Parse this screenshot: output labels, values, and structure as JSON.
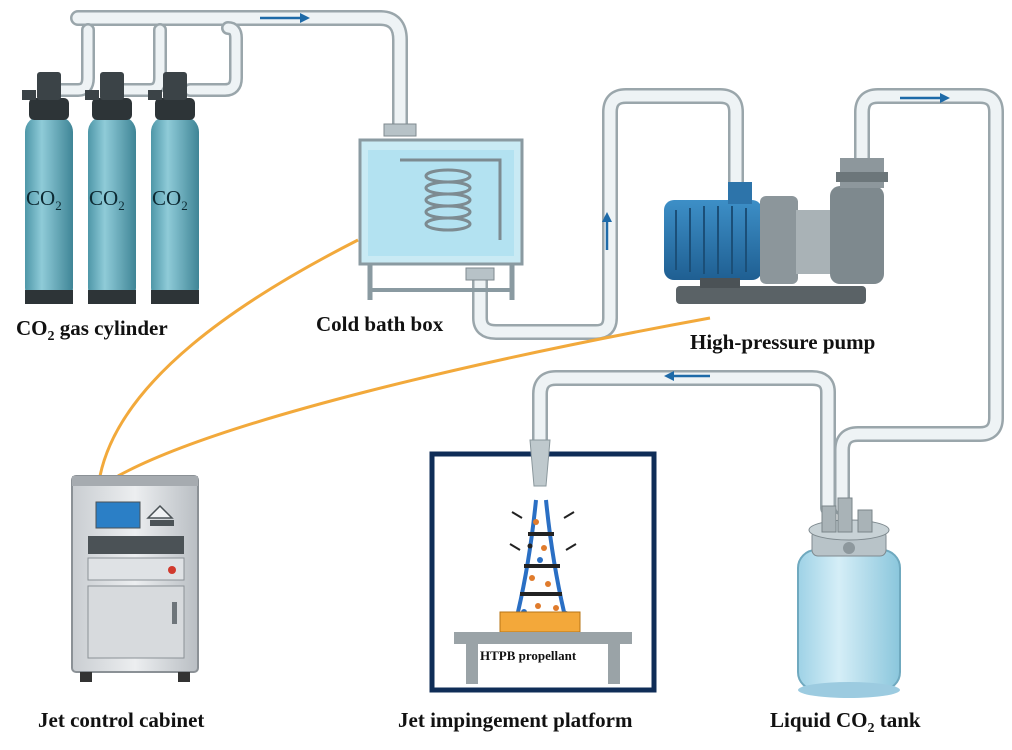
{
  "cylinders": {
    "gas_formula": "CO",
    "gas_subscript": "2",
    "label_prefix": "CO",
    "label_sub": "2",
    "label_suffix": " gas cylinder"
  },
  "cold_bath": {
    "label": "Cold bath box"
  },
  "pump": {
    "label": "High-pressure pump"
  },
  "cabinet": {
    "label": "Jet control cabinet"
  },
  "platform": {
    "label": "Jet impingement platform",
    "sample_label": "HTPB propellant"
  },
  "tank": {
    "label_prefix": "Liquid CO",
    "label_sub": "2",
    "label_suffix": " tank"
  },
  "colors": {
    "pipe": "#e6edf0",
    "pipe_edge": "#9aa6ab",
    "arrow": "#1e6aa8",
    "signal_wire": "#f2a93b",
    "cylinder": "#6fb3c2",
    "frame": "#0f2d57"
  }
}
